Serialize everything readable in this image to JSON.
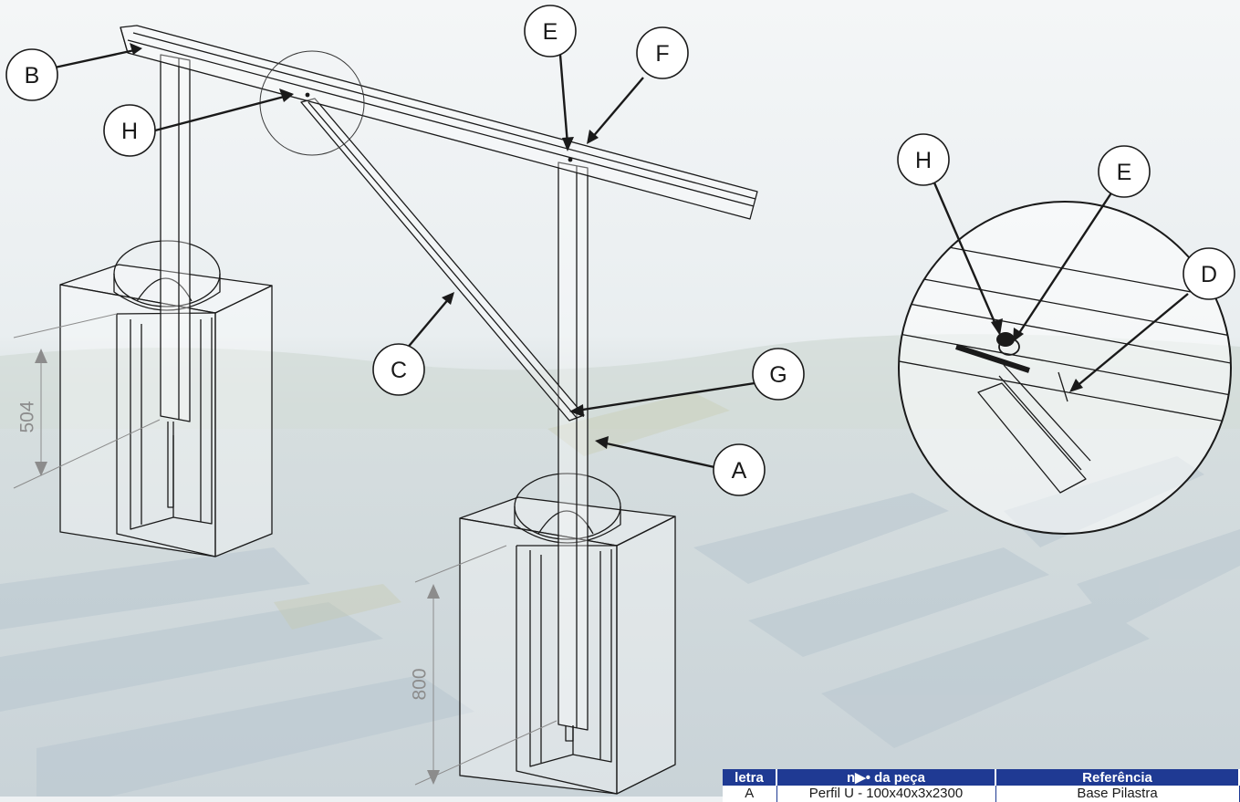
{
  "callouts": {
    "main": [
      {
        "letter": "B"
      },
      {
        "letter": "H"
      },
      {
        "letter": "E"
      },
      {
        "letter": "F"
      },
      {
        "letter": "C"
      },
      {
        "letter": "G"
      },
      {
        "letter": "A"
      }
    ],
    "detail": [
      {
        "letter": "H"
      },
      {
        "letter": "E"
      },
      {
        "letter": "D"
      }
    ]
  },
  "dimensions": {
    "left_embed": "504",
    "right_embed": "800"
  },
  "parts_table": {
    "headers": [
      "letra",
      "n▶• da peça",
      "Referência"
    ],
    "rows": [
      [
        "A",
        "Perfil U - 100x40x3x2300",
        "Base Pilastra"
      ]
    ]
  },
  "colors": {
    "table_header": "#1f3a93",
    "line": "#1a1a1a",
    "dimension": "#8c8c8c"
  }
}
